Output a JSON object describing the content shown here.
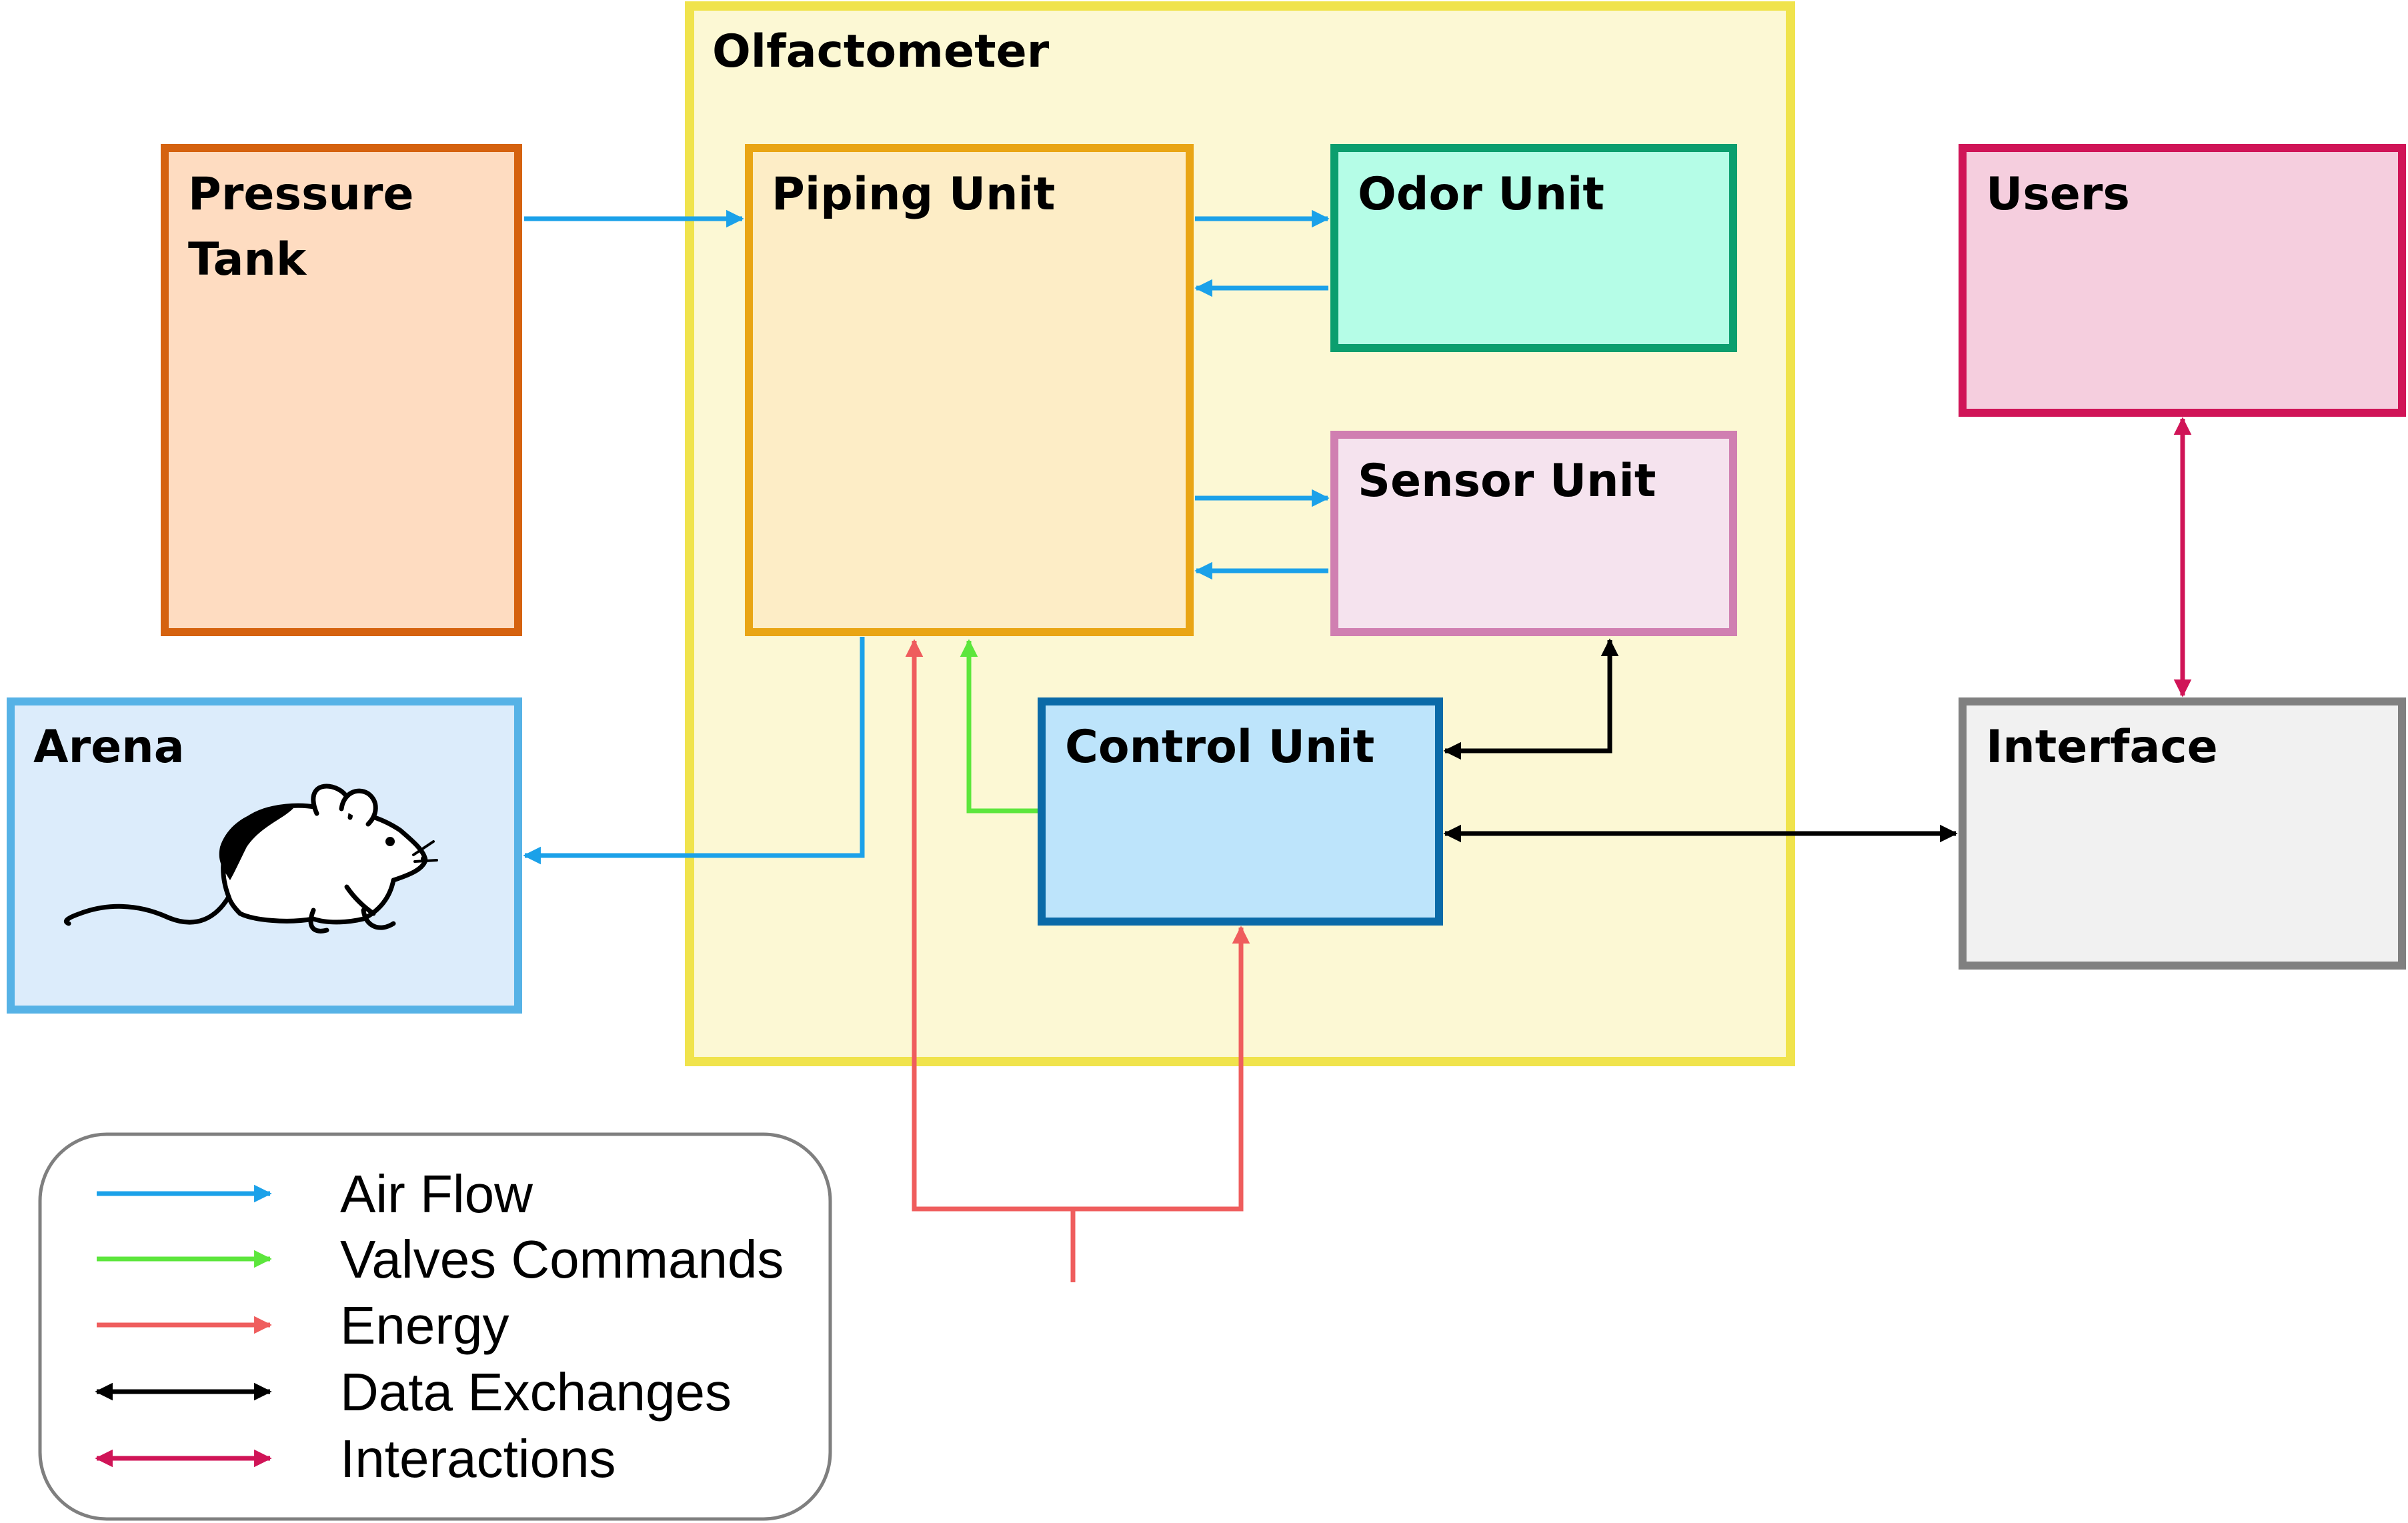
{
  "colors": {
    "air_flow": "#1ba1e9",
    "valves_commands": "#5ce63c",
    "energy": "#ef5d5d",
    "data_exchanges": "#000000",
    "interactions": "#d01457",
    "olfactometer": {
      "fill": "#fcf8d4",
      "stroke": "#f0e34c"
    },
    "pressure_tank": {
      "fill": "#fedcc1",
      "stroke": "#d5620f"
    },
    "piping_unit": {
      "fill": "#fdedc6",
      "stroke": "#e9a514"
    },
    "odor_unit": {
      "fill": "#b5fde7",
      "stroke": "#0b9e6e"
    },
    "sensor_unit": {
      "fill": "#f5e3ee",
      "stroke": "#d07fb1"
    },
    "control_unit": {
      "fill": "#bde4fb",
      "stroke": "#0a6aa8"
    },
    "arena": {
      "fill": "#dcecfb",
      "stroke": "#56b2e6"
    },
    "users": {
      "fill": "#f5cede",
      "stroke": "#d01457"
    },
    "interface": {
      "fill": "#f1f1f1",
      "stroke": "#808080"
    },
    "legend_border": "#7f7f7f"
  },
  "blocks": {
    "olfactometer": "Olfactometer",
    "pressure_tank_line1": "Pressure",
    "pressure_tank_line2": "Tank",
    "piping_unit": "Piping Unit",
    "odor_unit": "Odor Unit",
    "sensor_unit": "Sensor Unit",
    "control_unit": "Control Unit",
    "arena": "Arena",
    "users": "Users",
    "interface": "Interface"
  },
  "icons": {
    "arena_icon": "mouse-icon"
  },
  "legend": {
    "items": [
      {
        "label": "Air Flow",
        "kind": "air_flow"
      },
      {
        "label": "Valves Commands",
        "kind": "valves_commands"
      },
      {
        "label": "Energy",
        "kind": "energy"
      },
      {
        "label": "Data Exchanges",
        "kind": "data_exchanges"
      },
      {
        "label": "Interactions",
        "kind": "interactions"
      }
    ]
  }
}
